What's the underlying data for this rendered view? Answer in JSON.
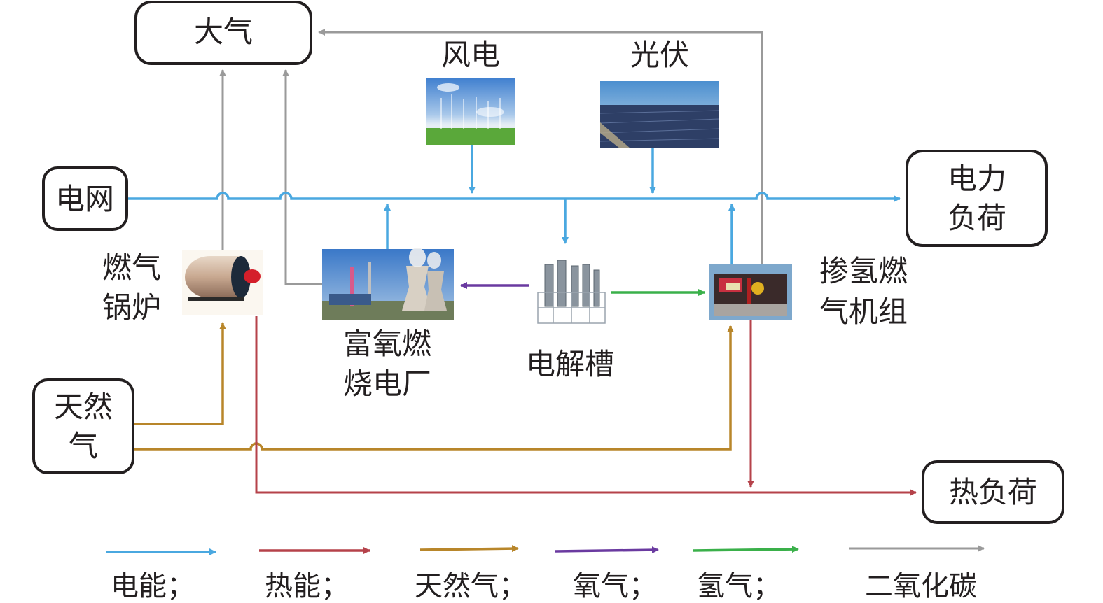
{
  "title": "掺氢燃气机组与富氧燃烧电厂综合能源系统示意图",
  "colors": {
    "electric": "#4aa8e0",
    "heat": "#b5424a",
    "natural_gas": "#b8862a",
    "oxygen": "#6a3aa0",
    "hydrogen": "#3ab04a",
    "co2": "#9a9a9a"
  },
  "nodes": {
    "atmosphere": {
      "label": "大气"
    },
    "grid": {
      "label": "电网"
    },
    "power_load": {
      "label_line1": "电力",
      "label_line2": "负荷"
    },
    "natural_gas": {
      "label_line1": "天然",
      "label_line2": "气"
    },
    "heat_load": {
      "label": "热负荷"
    }
  },
  "devices": {
    "wind": {
      "label": "风电",
      "icon": "wind-farm-image"
    },
    "pv": {
      "label": "光伏",
      "icon": "solar-farm-image"
    },
    "gas_boiler": {
      "label_line1": "燃气",
      "label_line2": "锅炉",
      "icon": "boiler-image"
    },
    "oxyfuel_plant": {
      "label_line1": "富氧燃",
      "label_line2": "烧电厂",
      "icon": "power-plant-image"
    },
    "electrolyzer": {
      "label": "电解槽",
      "icon": "electrolyzer-image"
    },
    "h2_turbine": {
      "label_line1": "掺氢燃",
      "label_line2": "气机组",
      "icon": "gas-turbine-image"
    }
  },
  "legend": [
    {
      "label": "电能；",
      "key": "electric"
    },
    {
      "label": "热能；",
      "key": "heat"
    },
    {
      "label": "天然气；",
      "key": "natural_gas"
    },
    {
      "label": "氧气；",
      "key": "oxygen"
    },
    {
      "label": "氢气；",
      "key": "hydrogen"
    },
    {
      "label": "二氧化碳",
      "key": "co2"
    }
  ]
}
